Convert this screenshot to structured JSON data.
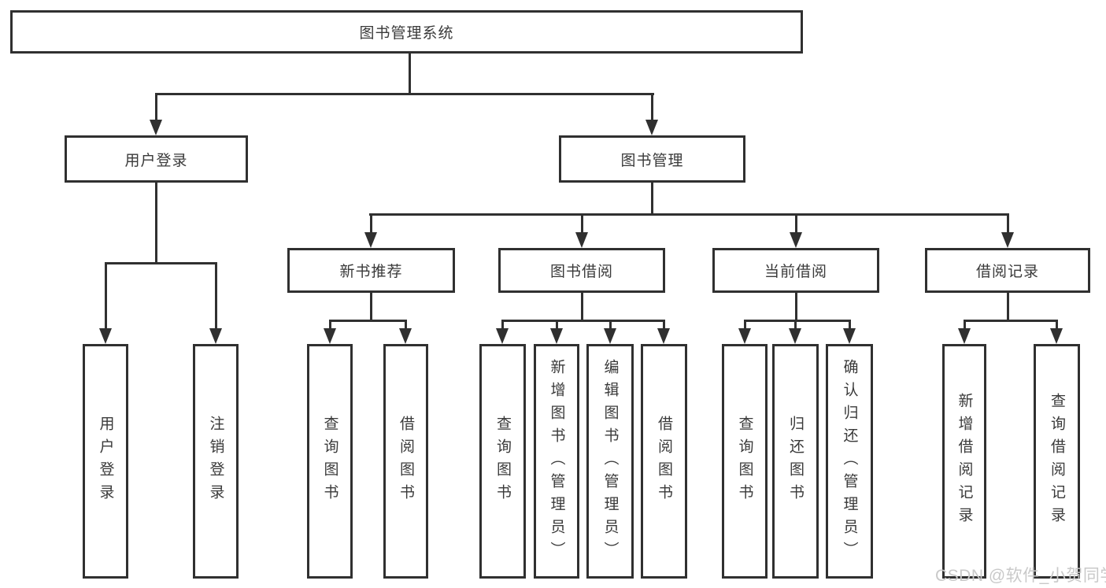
{
  "colors": {
    "line": "#303030",
    "text": "#3a3a3a",
    "background": "#ffffff",
    "watermark": "#c9c9c9"
  },
  "watermark": {
    "text": "CSDN @软件_小贺同学"
  },
  "tree": {
    "root": {
      "label": "图书管理系统"
    },
    "branches": [
      {
        "label": "用户登录",
        "leaves": [
          {
            "label": "用户登录"
          },
          {
            "label": "注销登录"
          }
        ]
      },
      {
        "label": "图书管理",
        "children": [
          {
            "label": "新书推荐",
            "leaves": [
              {
                "label": "查询图书"
              },
              {
                "label": "借阅图书"
              }
            ]
          },
          {
            "label": "图书借阅",
            "leaves": [
              {
                "label": "查询图书"
              },
              {
                "label": "新增图书（管理员）"
              },
              {
                "label": "编辑图书（管理员）"
              },
              {
                "label": "借阅图书"
              }
            ]
          },
          {
            "label": "当前借阅",
            "leaves": [
              {
                "label": "查询图书"
              },
              {
                "label": "归还图书"
              },
              {
                "label": "确认归还（管理员）"
              }
            ]
          },
          {
            "label": "借阅记录",
            "leaves": [
              {
                "label": "新增借阅记录"
              },
              {
                "label": "查询借阅记录"
              }
            ]
          }
        ]
      }
    ]
  }
}
